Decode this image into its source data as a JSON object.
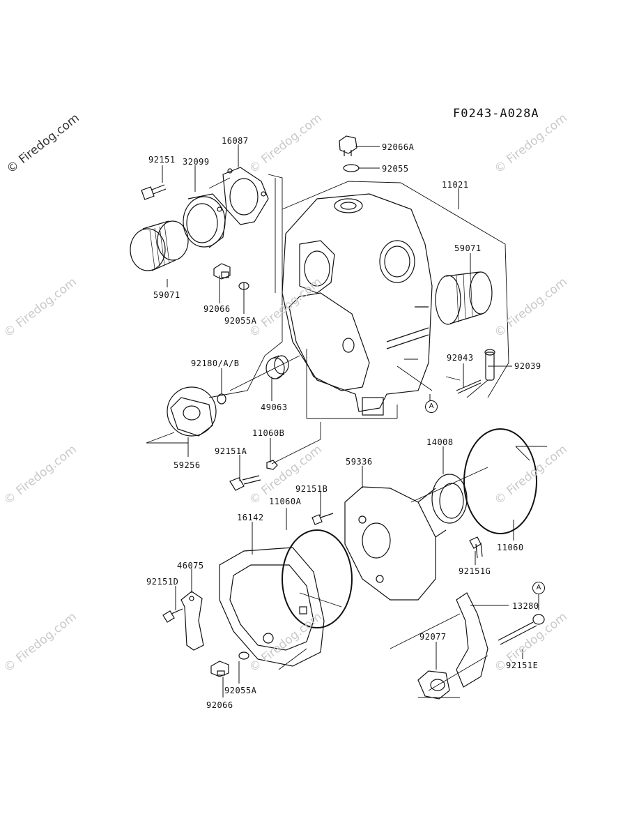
{
  "diagram_code": "F0243-A028A",
  "watermark": "© Firedog.com",
  "callouts": {
    "a1": "A",
    "a2": "A"
  },
  "labels": {
    "l92151": "92151",
    "l32099": "32099",
    "l16087": "16087",
    "l92066A": "92066A",
    "l92055": "92055",
    "l11021": "11021",
    "l59071a": "59071",
    "l59071b": "59071",
    "l92066a": "92066",
    "l92055Aa": "92055A",
    "l92180": "92180/A/B",
    "l49063": "49063",
    "l92043": "92043",
    "l92039": "92039",
    "l59256": "59256",
    "l11060B": "11060B",
    "l92151A": "92151A",
    "l14008": "14008",
    "l59336": "59336",
    "l92151B": "92151B",
    "l11060A": "11060A",
    "l16142": "16142",
    "l46075": "46075",
    "l92151D": "92151D",
    "l11060": "11060",
    "l92151G": "92151G",
    "l13280": "13280",
    "l92077": "92077",
    "l92151E": "92151E",
    "l92055Ab": "92055A",
    "l92066b": "92066"
  }
}
